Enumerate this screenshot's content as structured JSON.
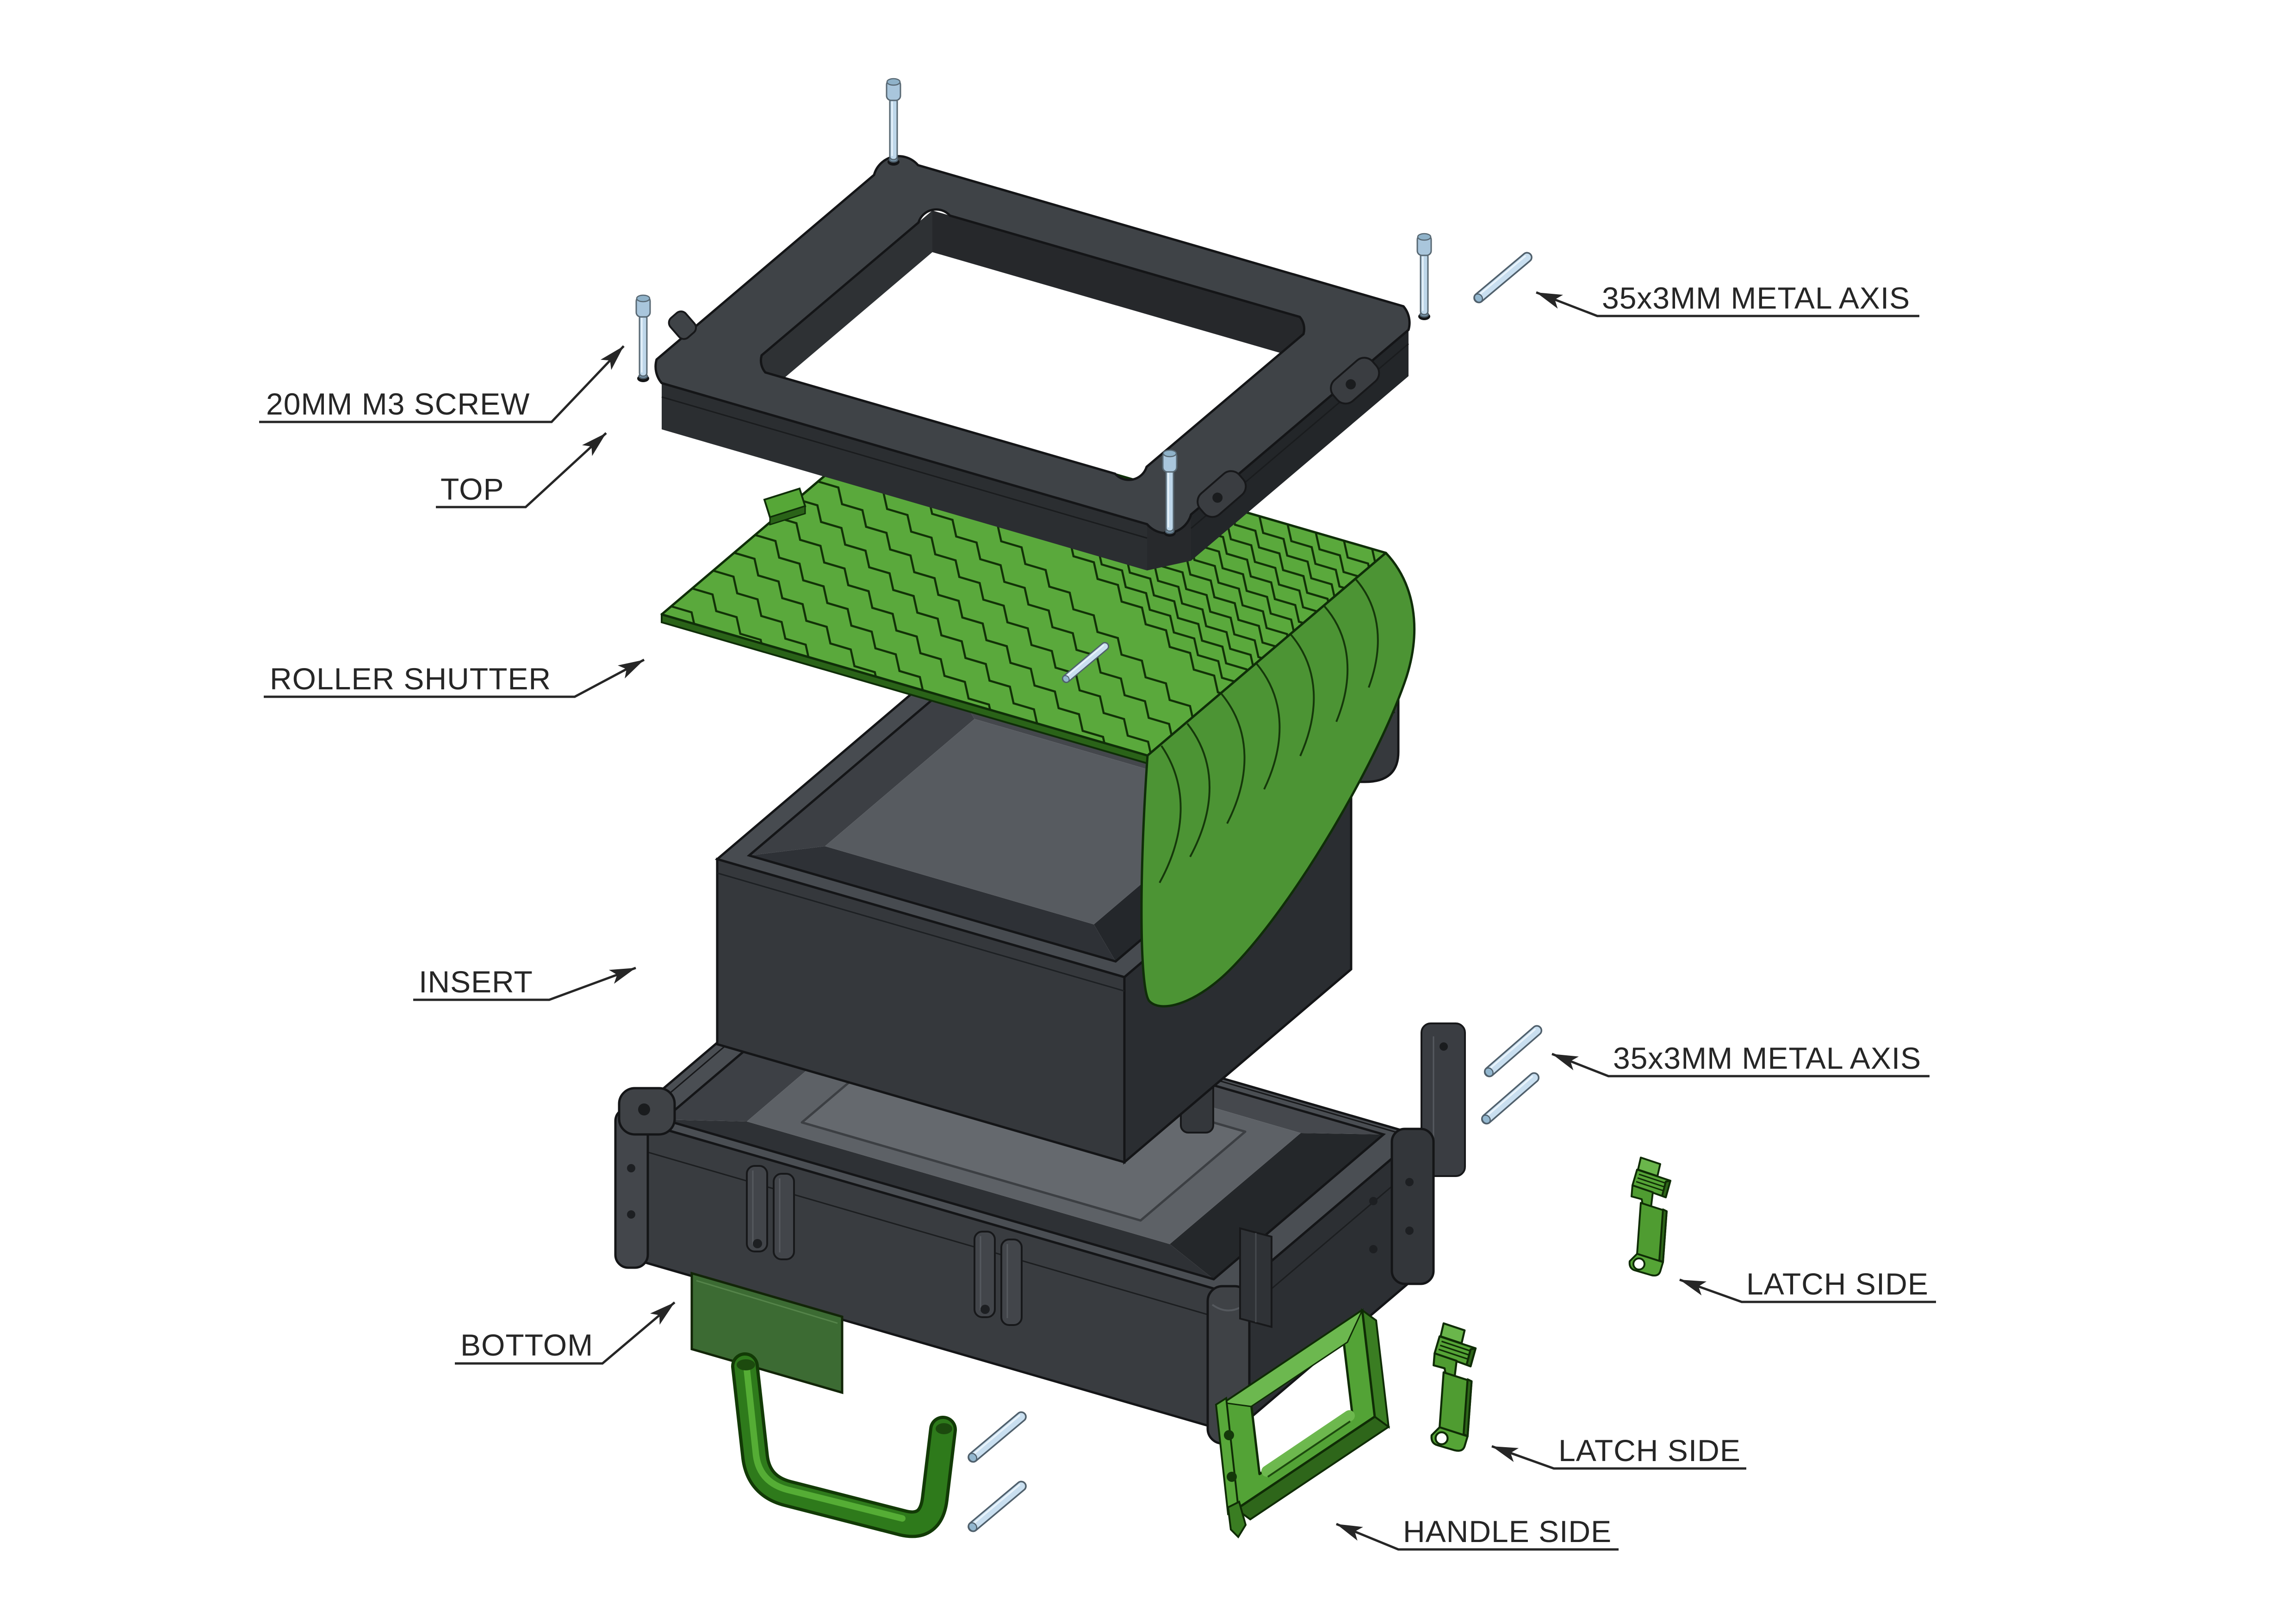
{
  "labels": {
    "screw": "20MM M3 SCREW",
    "top": "TOP",
    "roller_shutter": "ROLLER SHUTTER",
    "insert": "INSERT",
    "bottom": "BOTTOM",
    "metal_axis_top": "35x3MM METAL AXIS",
    "metal_axis_mid": "35x3MM METAL AXIS",
    "latch_side_1": "LATCH SIDE",
    "latch_side_2": "LATCH SIDE",
    "handle_side": "HANDLE SIDE"
  },
  "parts": [
    {
      "name": "top frame",
      "label": "TOP",
      "color": "#3f4347"
    },
    {
      "name": "roller shutter",
      "label": "ROLLER SHUTTER",
      "color": "#55a636"
    },
    {
      "name": "insert tray",
      "label": "INSERT",
      "color": "#35383c"
    },
    {
      "name": "bottom case",
      "label": "BOTTOM",
      "color": "#393c40"
    },
    {
      "name": "20mm M3 screws",
      "label": "20MM M3 SCREW",
      "count_visible": 4,
      "color": "#bed7ea"
    },
    {
      "name": "35x3mm metal axis pins",
      "label": "35x3MM METAL AXIS",
      "count_visible": 6,
      "color": "#c9dff0"
    },
    {
      "name": "latch side brackets",
      "label": "LATCH SIDE",
      "count_visible": 2,
      "color": "#4f9c31"
    },
    {
      "name": "handle side panel",
      "label": "HANDLE SIDE",
      "color": "#53a336"
    },
    {
      "name": "carry handle",
      "color": "#2e7a1b"
    },
    {
      "name": "label plate",
      "color": "#3c6b33"
    }
  ],
  "colors": {
    "background": "#ffffff",
    "case_dark": "#3f4347",
    "case_shadow": "#2b2e32",
    "shutter_green": "#55a636",
    "hardware_green": "#4f9c31",
    "plate_green": "#3c6b33",
    "pin_blue": "#c9dff0",
    "callout_text": "#262626"
  }
}
